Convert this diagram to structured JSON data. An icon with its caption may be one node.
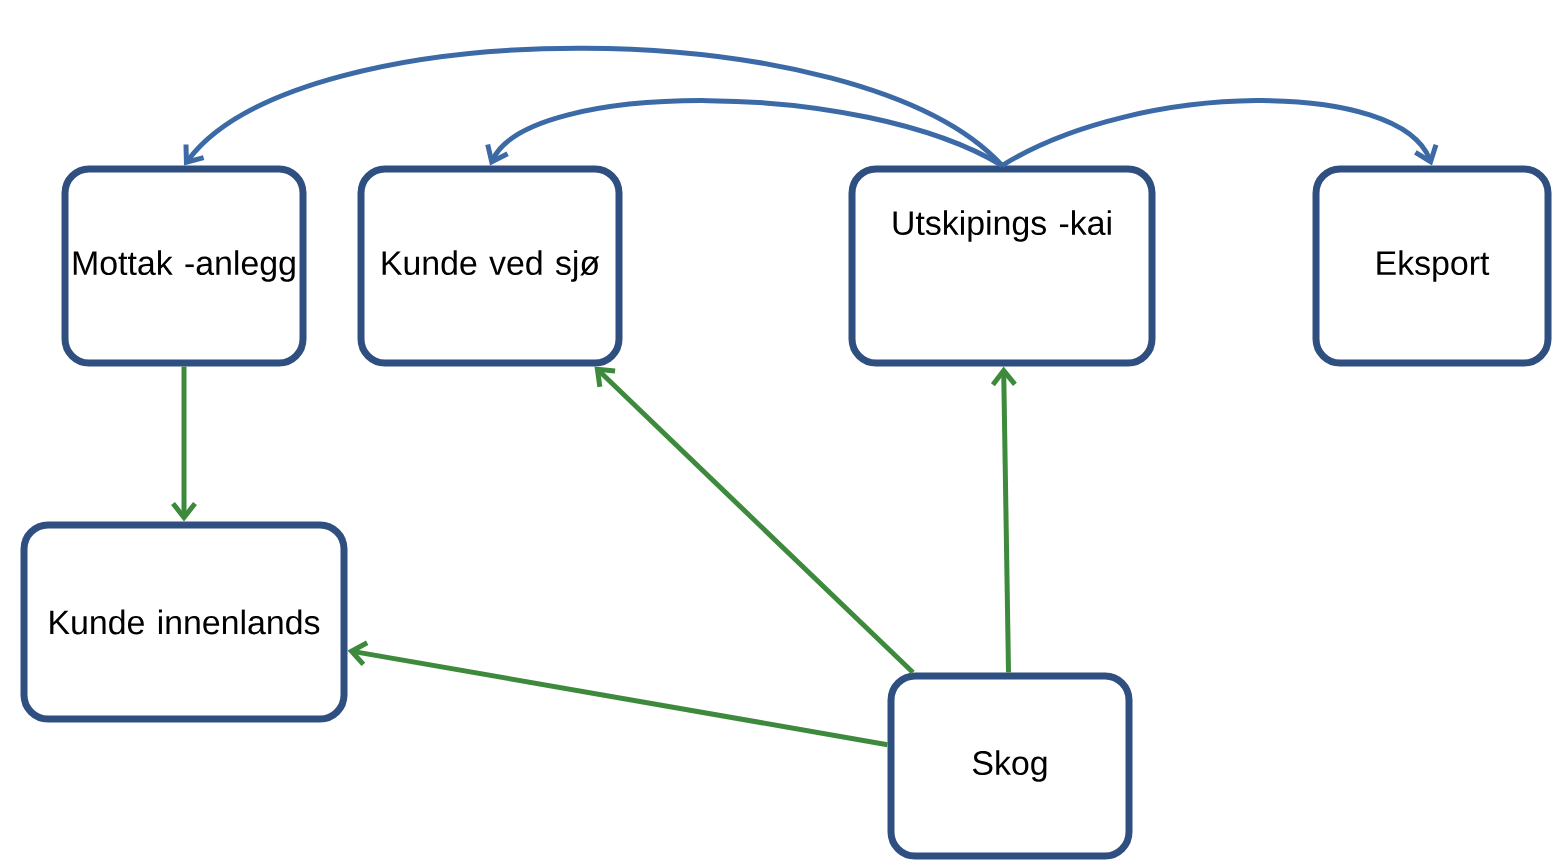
{
  "diagram": {
    "nodes": [
      {
        "text": [
          "Mottak -anlegg"
        ]
      },
      {
        "text": [
          "Kunde ved sjø"
        ]
      },
      {
        "text": [
          "Utskipings -kai"
        ]
      },
      {
        "text": [
          "Eksport"
        ]
      },
      {
        "text": [
          "Kunde innenlands"
        ]
      },
      {
        "text": [
          "Skog"
        ]
      }
    ],
    "edges": [
      {
        "from": 2,
        "to": 0,
        "arrow": "to",
        "color": "#3b6aa6"
      },
      {
        "from": 2,
        "to": 1,
        "arrow": "to",
        "color": "#3b6aa6"
      },
      {
        "from": 2,
        "to": 3,
        "arrow": "to",
        "color": "#3b6aa6"
      },
      {
        "from": 0,
        "to": 4,
        "arrow": "to"
      },
      {
        "from": 5,
        "to": 4,
        "arrow": "to"
      },
      {
        "from": 5,
        "to": 1,
        "arrow": "to"
      },
      {
        "from": 5,
        "to": 2,
        "arrow": "to"
      }
    ]
  }
}
